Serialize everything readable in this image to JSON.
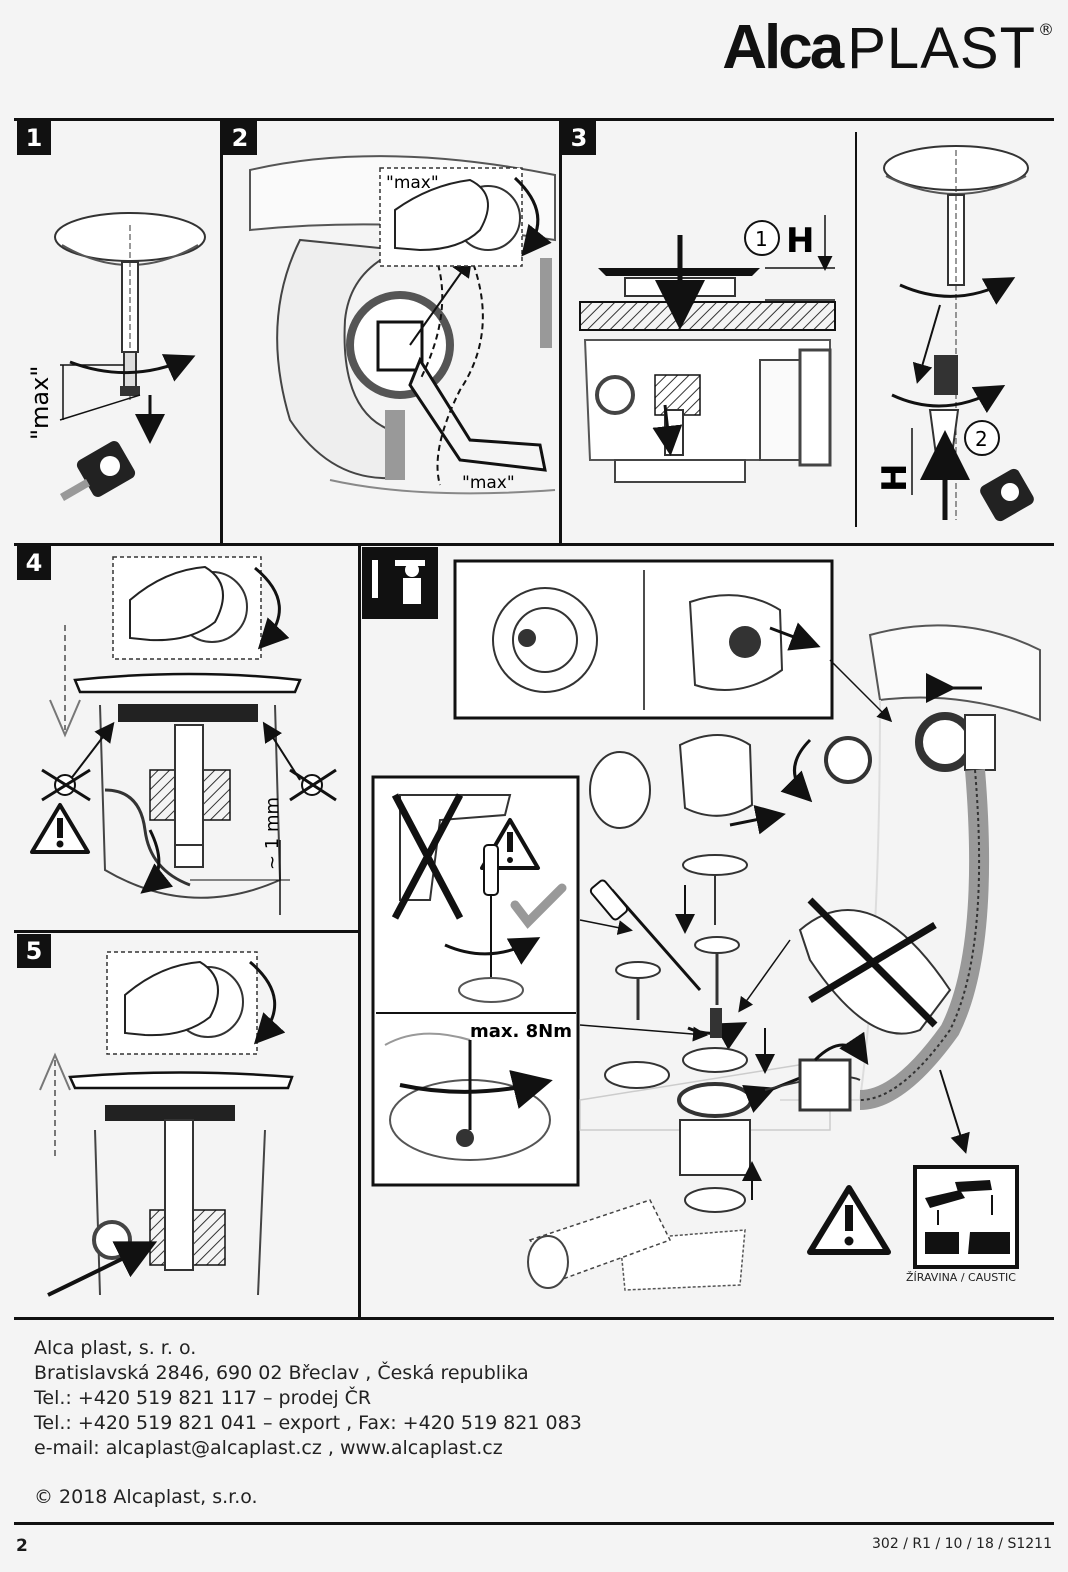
{
  "header": {
    "brand_bold": "Alca",
    "brand_light": "PLAST",
    "registered": "®"
  },
  "steps": {
    "s1": "1",
    "s2": "2",
    "s3": "3",
    "s4": "4",
    "s5": "5"
  },
  "labels": {
    "max_quoted": "\"max\"",
    "height_symbol": "H",
    "callout_1": "1",
    "callout_2": "2",
    "approx_1mm": "~ 1 mm",
    "torque": "max. 8Nm",
    "caustic": "ŽÍRAVINA / CAUSTIC"
  },
  "footer": {
    "company": "Alca plast, s. r. o.",
    "address": "Bratislavská 2846, 690 02 Břeclav , Česká republika",
    "tel_sales": "Tel.: +420 519 821 117 – prodej ČR",
    "tel_export": "Tel.: +420 519 821 041 – export , Fax: +420 519 821 083",
    "contact": "e-mail: alcaplast@alcaplast.cz , www.alcaplast.cz",
    "copyright": "© 2018 Alcaplast, s.r.o."
  },
  "page_number": "2",
  "doc_ref": "302 / R1 / 10 / 18 / S1211"
}
